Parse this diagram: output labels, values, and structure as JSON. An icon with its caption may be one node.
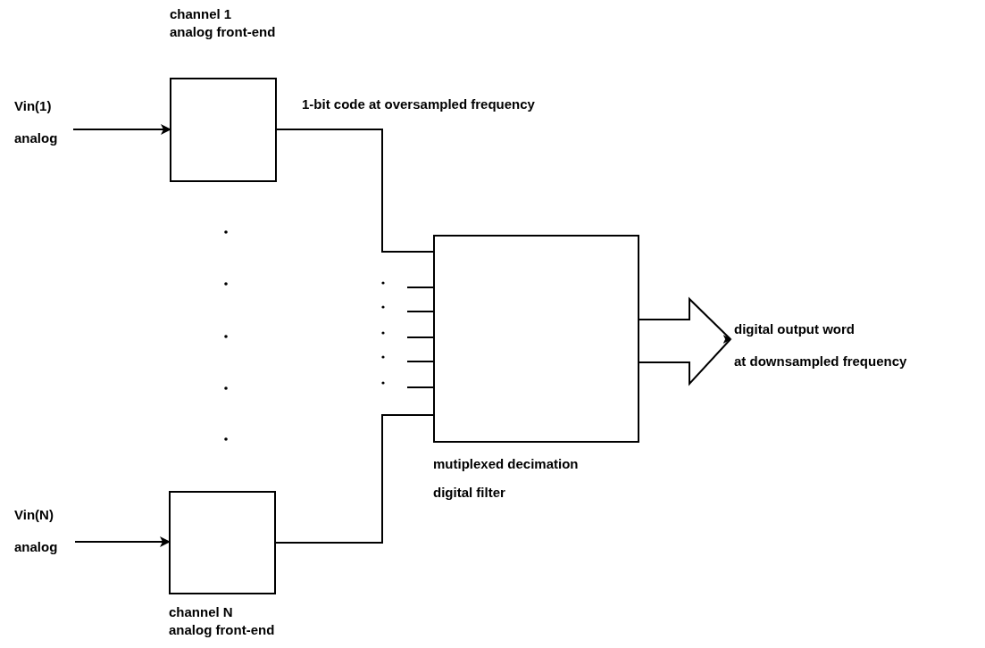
{
  "diagram": {
    "nodes": [
      {
        "text": [
          "channel 1",
          "analog front-end"
        ]
      },
      {
        "text": [
          "channel N",
          "analog front-end"
        ]
      },
      {
        "text": [
          "mutiplexed decimation digital filter"
        ]
      },
      {
        "text": [
          "Vin(1)",
          "analog"
        ]
      },
      {
        "text": [
          "Vin(N)",
          "analog"
        ]
      },
      {
        "text": [
          "digital output word",
          "at downsampled frequency"
        ]
      }
    ],
    "edges": [
      {
        "from": 3,
        "to": 0,
        "arrow": "to"
      },
      {
        "from": 4,
        "to": 1,
        "arrow": "to"
      },
      {
        "from": 0,
        "to": 2,
        "arrow": "none",
        "label": "1-bit code at oversampled frequency"
      },
      {
        "from": 1,
        "to": 2,
        "arrow": "none"
      },
      {
        "from": 2,
        "to": 5,
        "arrow": "to"
      }
    ]
  }
}
